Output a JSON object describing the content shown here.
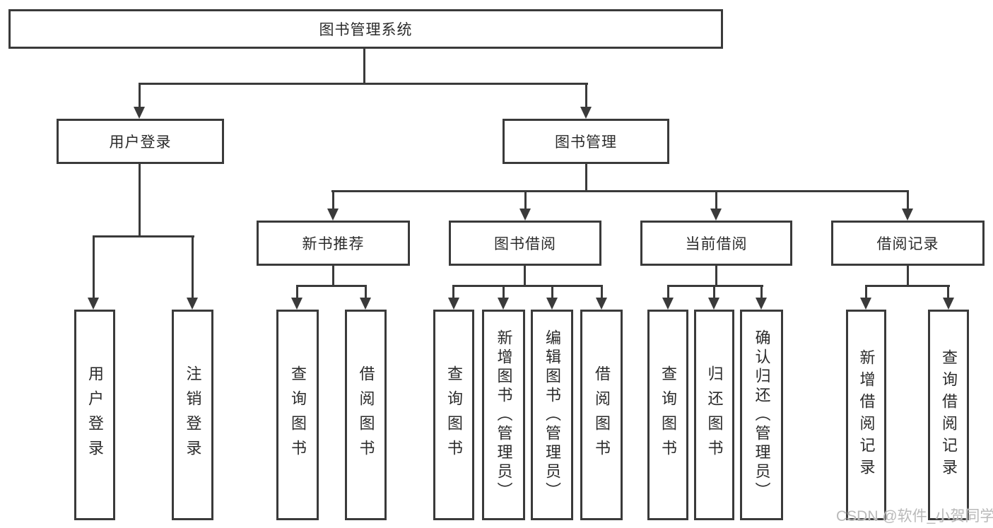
{
  "diagram": {
    "title_node": "图书管理系统",
    "root": {
      "label": "图书管理系统"
    },
    "branches": [
      {
        "label": "用户登录",
        "children": [
          {
            "label": "用户登录"
          },
          {
            "label": "注销登录"
          }
        ]
      },
      {
        "label": "图书管理",
        "children": [
          {
            "label": "新书推荐",
            "children": [
              {
                "label": "查询图书"
              },
              {
                "label": "借阅图书"
              }
            ]
          },
          {
            "label": "图书借阅",
            "children": [
              {
                "label": "查询图书"
              },
              {
                "label": "新增图书（管理员）"
              },
              {
                "label": "编辑图书（管理员）"
              },
              {
                "label": "借阅图书"
              }
            ]
          },
          {
            "label": "当前借阅",
            "children": [
              {
                "label": "查询图书"
              },
              {
                "label": "归还图书"
              },
              {
                "label": "确认归还（管理员）"
              }
            ]
          },
          {
            "label": "借阅记录",
            "children": [
              {
                "label": "新增借阅记录"
              },
              {
                "label": "查询借阅记录"
              }
            ]
          }
        ]
      }
    ]
  },
  "watermark": {
    "text": "CSDN @软件_小贺同学"
  },
  "colors": {
    "line": "#3a3a3a",
    "box_border": "#3a3a3a",
    "text": "#2b2b2b",
    "background": "#ffffff",
    "watermark": "#b9b9b9"
  }
}
